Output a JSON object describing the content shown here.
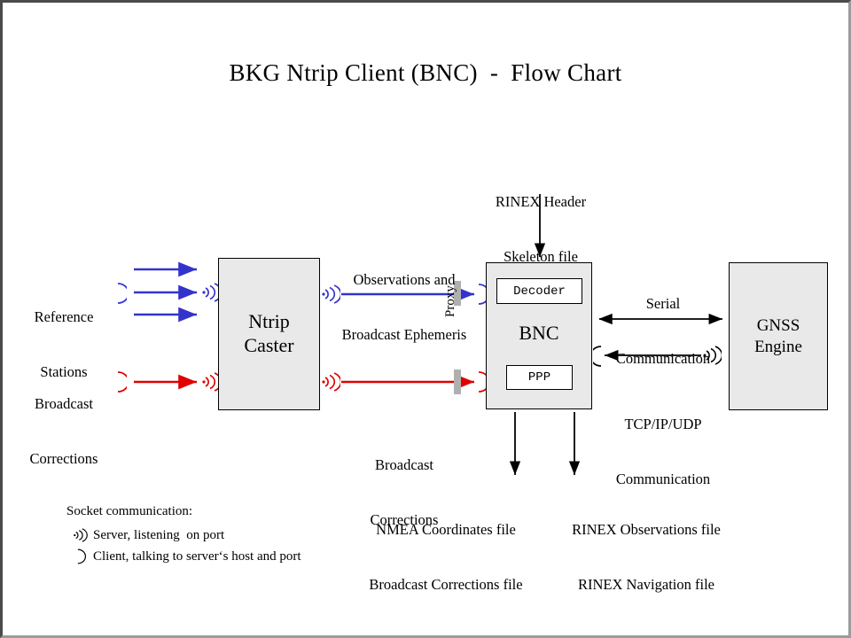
{
  "title": "BKG Ntrip Client (BNC)  -  Flow Chart",
  "colors": {
    "blue": "#3333cc",
    "red": "#e00000",
    "box_fill": "#e9e9e9",
    "box_stroke": "#000000",
    "proxy_bar": "#b0b0b0",
    "canvas": "#ffffff",
    "frame_dark": "#4a4a4a",
    "frame_light": "#9b9b9b"
  },
  "nodes": {
    "caster": {
      "line1": "Ntrip",
      "line2": "Caster"
    },
    "bnc": {
      "title": "BNC",
      "decoder": "Decoder",
      "ppp": "PPP"
    },
    "gnss": {
      "line1": "GNSS",
      "line2": "Engine"
    }
  },
  "labels": {
    "reference_stations": {
      "line1": "Reference",
      "line2": "Stations"
    },
    "broadcast_corrections_in": {
      "line1": "Broadcast",
      "line2": "Corrections"
    },
    "observations_ephemeris": {
      "line1": "Observations and",
      "line2": "Broadcast Ephemeris"
    },
    "broadcast_corrections_out": {
      "line1": "Broadcast",
      "line2": "Corrections"
    },
    "rinex_header": {
      "line1": "RINEX Header",
      "line2": "Skeleton file"
    },
    "serial": {
      "line1": "Serial",
      "line2": "Communication"
    },
    "tcpip": {
      "line1": "TCP/IP/UDP",
      "line2": "Communication"
    },
    "proxy": "Proxy",
    "output_left": {
      "line1": "NMEA Coordinates file",
      "line2": "Broadcast Corrections file"
    },
    "output_right": {
      "line1": "RINEX Observations file",
      "line2": "RINEX Navigation file"
    }
  },
  "legend": {
    "heading": "Socket communication:",
    "items": [
      {
        "symbol": "server",
        "text": "Server, listening  on port"
      },
      {
        "symbol": "client",
        "text": "Client, talking to server‘s host and port"
      }
    ]
  }
}
